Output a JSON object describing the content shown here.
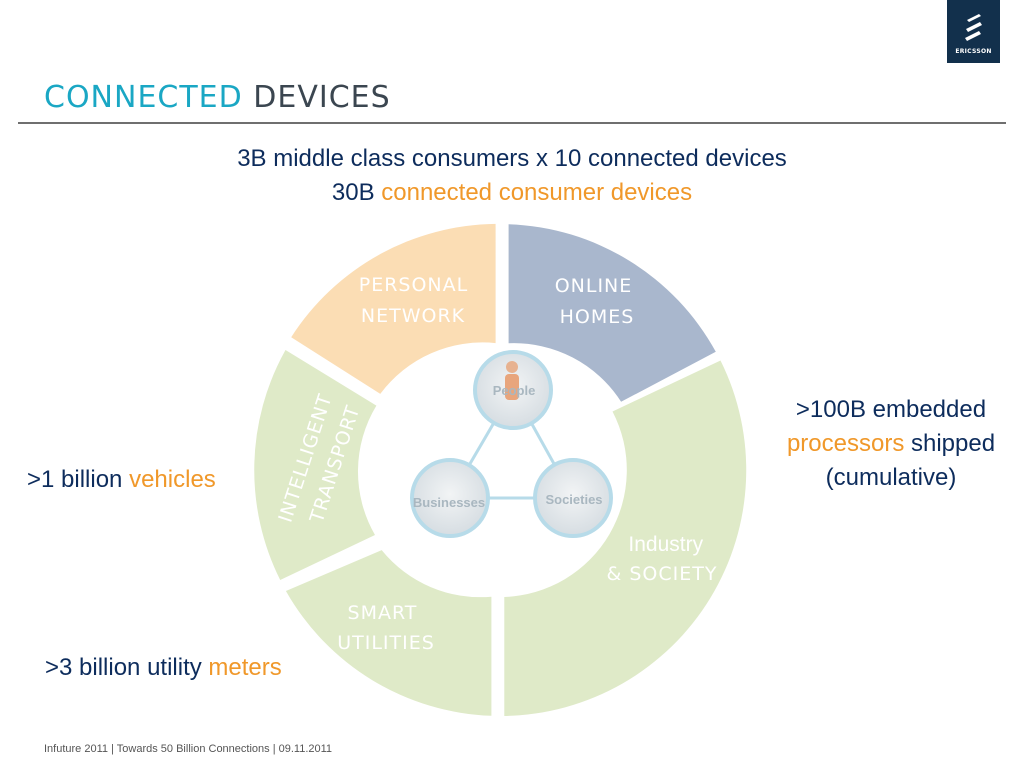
{
  "slide": {
    "title_part1": "CONNECTED",
    "title_part2": "DEVICES",
    "logo_text": "ERICSSON",
    "headline_line1": "3B middle class consumers x 10 connected devices",
    "headline_line2_prefix": "30B",
    "headline_line2_highlight": "connected consumer devices",
    "footer": "Infuture 2011 |  Towards 50 Billion Connections  | 09.11.2011"
  },
  "stats": {
    "vehicles_prefix": ">1 billion",
    "vehicles_highlight": "vehicles",
    "meters_prefix": ">3 billion utility",
    "meters_highlight": "meters",
    "processors_line1": ">100B embedded",
    "processors_highlight": "processors",
    "processors_line2_suffix": " shipped",
    "processors_line3": "(cumulative)"
  },
  "diagram": {
    "segments": {
      "personal_network": [
        "PERSONAL",
        "NETWORK"
      ],
      "online_homes": [
        "ONLINE",
        "HOMES"
      ],
      "industry_society": [
        "Industry",
        "& SOCIETY"
      ],
      "smart_utilities": [
        "SMART",
        "UTILITIES"
      ],
      "intelligent_transport": [
        "INTELLIGENT",
        "TRANSPORT"
      ]
    },
    "nodes": {
      "people": "People",
      "businesses": "Businesses",
      "societies": "Societies"
    }
  },
  "colors": {
    "accent_cyan": "#1aa7c4",
    "navy": "#0d2c5c",
    "orange": "#f0982a",
    "peach": "#fbddb4",
    "blue_grey": "#a9b7cd",
    "light_green": "#dfeac8"
  }
}
